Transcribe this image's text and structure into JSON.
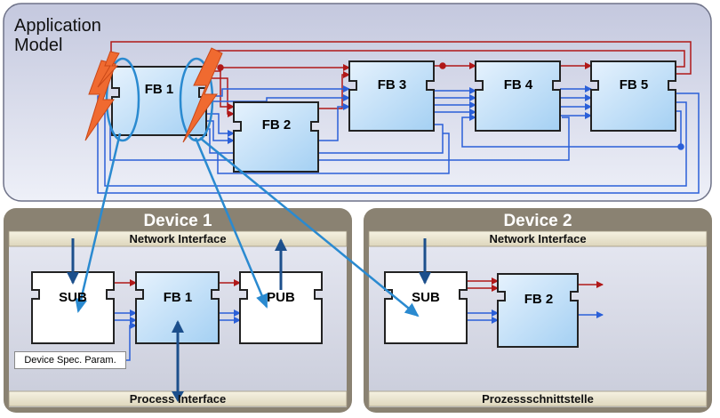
{
  "application_model": {
    "title_line1": "Application",
    "title_line2": "Model",
    "blocks": {
      "fb1": "FB 1",
      "fb2": "FB 2",
      "fb3": "FB 3",
      "fb4": "FB 4",
      "fb5": "FB 5"
    }
  },
  "device1": {
    "title": "Device 1",
    "network_interface": "Network Interface",
    "process_interface": "Process Interface",
    "blocks": {
      "sub": "SUB",
      "fb1": "FB 1",
      "pub": "PUB"
    },
    "param_label": "Device Spec. Param."
  },
  "device2": {
    "title": "Device 2",
    "network_interface": "Network Interface",
    "process_interface": "Prozessschnittstelle",
    "blocks": {
      "sub": "SUB",
      "fb2": "FB 2"
    }
  },
  "colors": {
    "event_line": "#b01818",
    "data_line": "#2a5fd8",
    "mapping_arrow": "#2a8ad0",
    "lightning": "#f06a30",
    "device_frame": "#8a8272"
  }
}
